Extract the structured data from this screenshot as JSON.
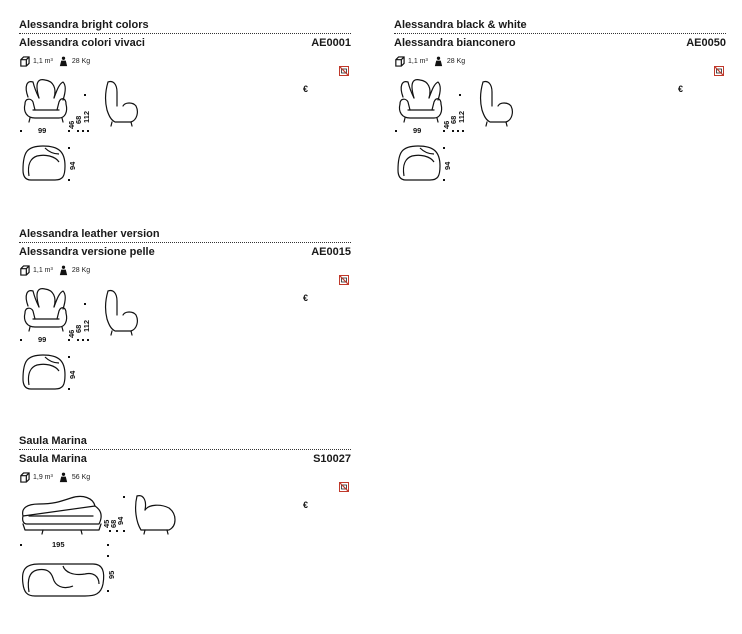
{
  "sections": [
    {
      "title": "Alessandra bright colors",
      "product_name": "Alessandra colori vivaci",
      "code": "AE0001",
      "volume": "1,1 m³",
      "weight": "28 Kg",
      "currency": "€",
      "dims": {
        "width": "99",
        "depth": "94",
        "seat_height": "46",
        "arm_height": "68",
        "height": "112"
      }
    },
    {
      "title": "Alessandra black & white",
      "product_name": "Alessandra bianconero",
      "code": "AE0050",
      "volume": "1,1 m³",
      "weight": "28 Kg",
      "currency": "€",
      "dims": {
        "width": "99",
        "depth": "94",
        "seat_height": "46",
        "arm_height": "68",
        "height": "112"
      }
    },
    {
      "title": "Alessandra leather version",
      "product_name": "Alessandra versione pelle",
      "code": "AE0015",
      "volume": "1,1 m³",
      "weight": "28 Kg",
      "currency": "€",
      "dims": {
        "width": "99",
        "depth": "94",
        "seat_height": "46",
        "arm_height": "68",
        "height": "112"
      }
    },
    {
      "title": "Saula Marina",
      "product_name": "Saula Marina",
      "code": "S10027",
      "volume": "1,9 m³",
      "weight": "56 Kg",
      "currency": "€",
      "dims": {
        "width": "195",
        "depth": "95",
        "seat_height": "45",
        "arm_height": "68",
        "height": "94"
      }
    }
  ],
  "icons": {
    "volume": "box-icon",
    "weight": "weight-icon",
    "no_photo": "no-photo-icon"
  }
}
